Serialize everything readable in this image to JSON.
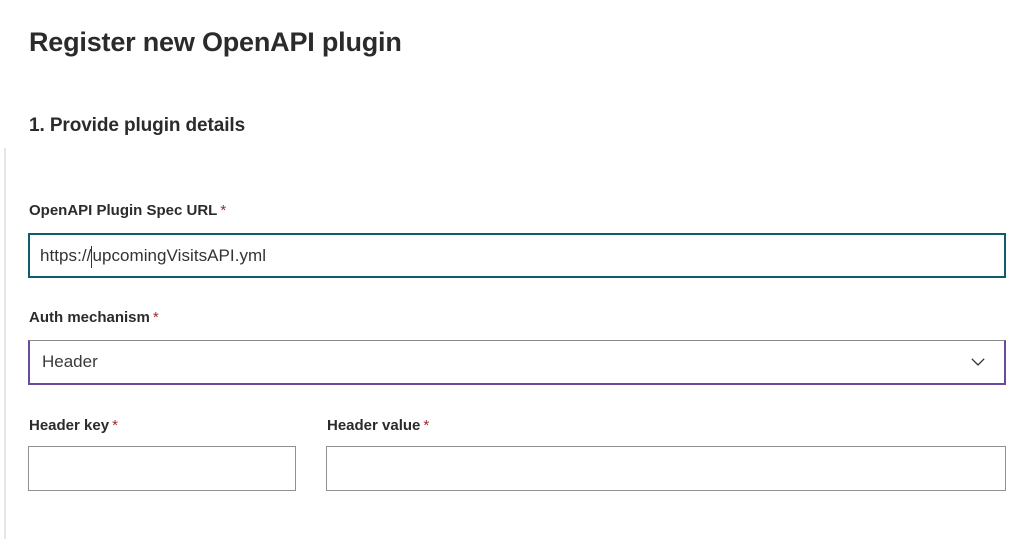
{
  "page": {
    "title": "Register new OpenAPI plugin",
    "section_title": "1. Provide plugin details",
    "required_marker": "*"
  },
  "fields": {
    "spec_url": {
      "label": "OpenAPI Plugin Spec URL",
      "required": true,
      "value": "https://upcomingVisitsAPI.yml",
      "value_before_caret": "https://",
      "value_after_caret": "upcomingVisitsAPI.yml",
      "placeholder": "",
      "state": "focused",
      "border_color": "#0f5c6b"
    },
    "auth_mechanism": {
      "label": "Auth mechanism",
      "required": true,
      "selected": "Header",
      "options": [
        "Header"
      ],
      "icon": "chevron-down-icon",
      "state": "active",
      "border_color": "#6b4a9e"
    },
    "header_key": {
      "label": "Header key",
      "required": true,
      "value": "",
      "placeholder": "",
      "state": "default",
      "border_color": "#919191"
    },
    "header_value": {
      "label": "Header value",
      "required": true,
      "value": "",
      "placeholder": "",
      "state": "default",
      "border_color": "#919191"
    }
  },
  "colors": {
    "background": "#ffffff",
    "text": "#2b2b2b",
    "required_asterisk": "#a4262c",
    "rule": "#e6e6e6"
  }
}
